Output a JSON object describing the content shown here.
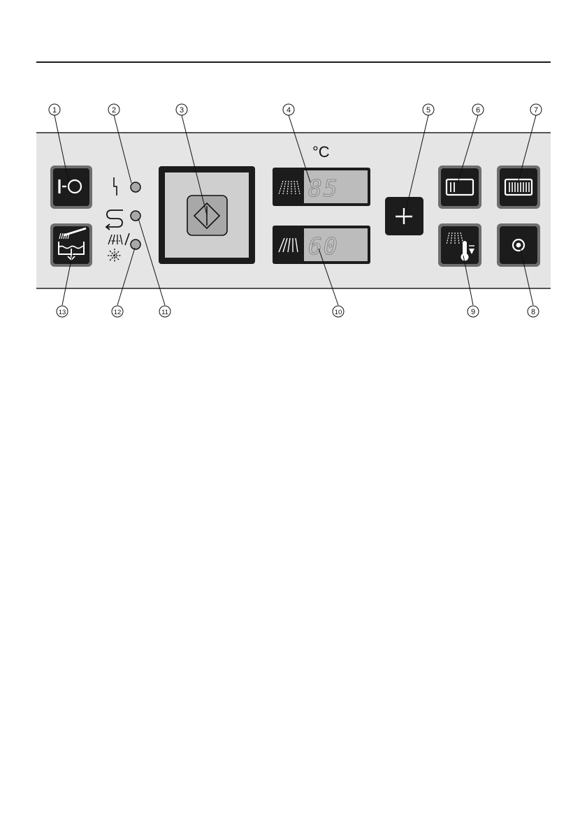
{
  "unit_label": "°C",
  "displays": {
    "temperature_main": "85",
    "temperature_secondary": "60"
  },
  "callouts": [
    "1",
    "2",
    "3",
    "4",
    "5",
    "6",
    "7",
    "8",
    "9",
    "10",
    "11",
    "12",
    "13"
  ],
  "icons": {
    "on_off": "on-off-icon",
    "lamp_fault": "lightning-icon",
    "lamp_circulation": "circulation-icon",
    "lamp_rinse_dry": "rinse-dry-icon",
    "start": "start-icon",
    "plus": "plus-icon",
    "program_short": "program-short-icon",
    "program_long": "program-long-icon",
    "temperature": "spray-temperature-icon",
    "select": "select-dot-icon",
    "drain": "brush-drain-icon"
  },
  "colors": {
    "panel": "#e5e5e5",
    "button": "#1c1c1c",
    "button_rim": "#6e6e6e",
    "display_window": "#bcbcbc",
    "lamp": "#a8a8a8"
  }
}
